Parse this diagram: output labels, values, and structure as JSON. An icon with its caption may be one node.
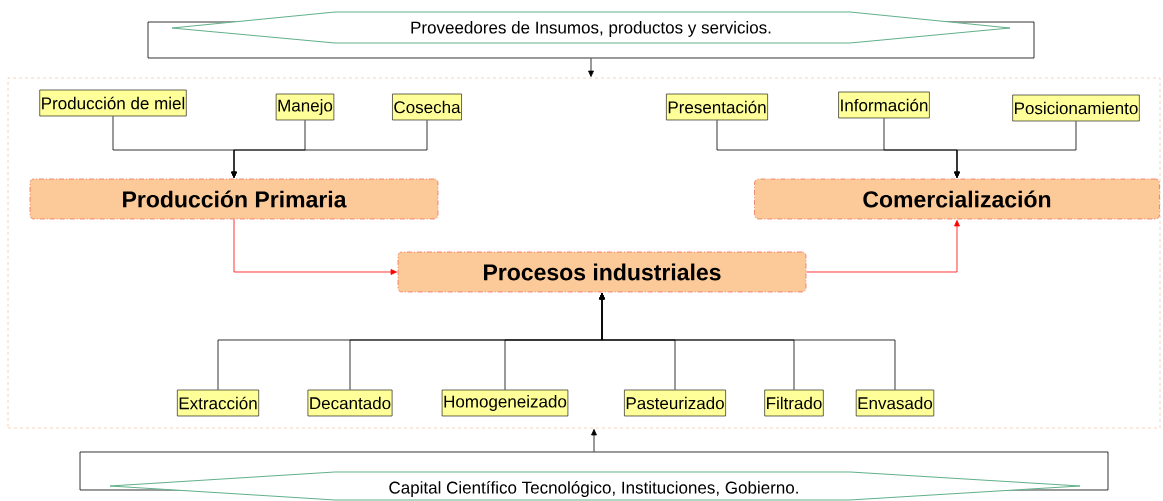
{
  "diagram": {
    "nodes": [
      {
        "text": [
          "Proveedores de Insumos, productos y servicios."
        ]
      },
      {
        "text": [],
        "shape": "box"
      },
      {
        "text": [
          "Producción de miel"
        ],
        "in": 1
      },
      {
        "text": [
          "Manejo"
        ],
        "in": 1
      },
      {
        "text": [
          "Cosecha"
        ],
        "in": 1
      },
      {
        "text": [
          "Presentación"
        ],
        "in": 1
      },
      {
        "text": [
          "Información"
        ],
        "in": 1
      },
      {
        "text": [
          "Posicionamiento"
        ],
        "in": 1
      },
      {
        "text": [
          "Producción Primaria"
        ],
        "in": 1
      },
      {
        "text": [
          "Comercialización"
        ],
        "in": 1
      },
      {
        "text": [
          "Procesos industriales"
        ],
        "in": 1
      },
      {
        "text": [
          "Extracción"
        ],
        "in": 1
      },
      {
        "text": [
          "Decantado"
        ],
        "in": 1
      },
      {
        "text": [
          "Homogeneizado"
        ],
        "in": 1
      },
      {
        "text": [
          "Pasteurizado"
        ],
        "in": 1
      },
      {
        "text": [
          "Filtrado"
        ],
        "in": 1
      },
      {
        "text": [
          "Envasado"
        ],
        "in": 1
      },
      {
        "text": [
          "Capital Científico Tecnológico, Instituciones, Gobierno."
        ]
      }
    ],
    "edges": [
      {
        "from": 0,
        "to": 1,
        "arrow": "to"
      },
      {
        "from": 2,
        "to": 8,
        "arrow": "to"
      },
      {
        "from": 3,
        "to": 8,
        "arrow": "to"
      },
      {
        "from": 4,
        "to": 8,
        "arrow": "to"
      },
      {
        "from": 5,
        "to": 9,
        "arrow": "to"
      },
      {
        "from": 6,
        "to": 9,
        "arrow": "to"
      },
      {
        "from": 7,
        "to": 9,
        "arrow": "to"
      },
      {
        "from": 8,
        "to": 10,
        "arrow": "to",
        "color": "#ff0000"
      },
      {
        "from": 10,
        "to": 9,
        "arrow": "to",
        "color": "#ff0000"
      },
      {
        "from": 11,
        "to": 10,
        "arrow": "to"
      },
      {
        "from": 12,
        "to": 10,
        "arrow": "to"
      },
      {
        "from": 13,
        "to": 10,
        "arrow": "to"
      },
      {
        "from": 14,
        "to": 10,
        "arrow": "to"
      },
      {
        "from": 15,
        "to": 10,
        "arrow": "to"
      },
      {
        "from": 16,
        "to": 10,
        "arrow": "to"
      },
      {
        "from": 17,
        "to": 1,
        "arrow": "to"
      }
    ]
  }
}
